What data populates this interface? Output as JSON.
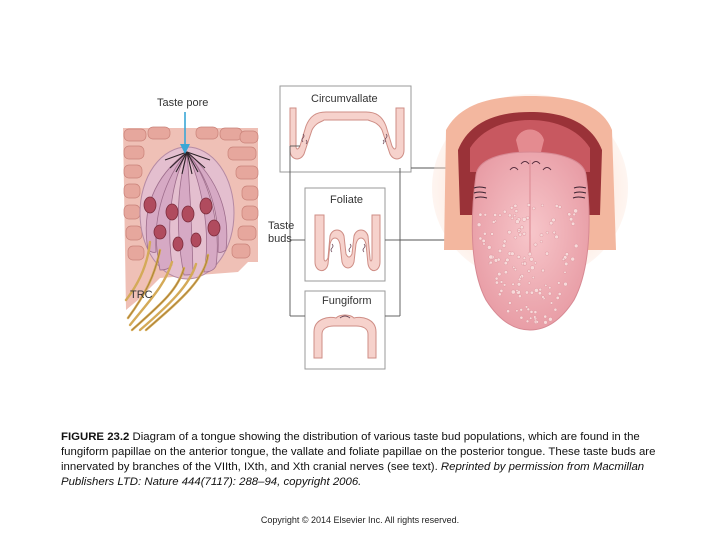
{
  "diagram": {
    "labels": {
      "taste_pore": "Taste pore",
      "circumvallate": "Circumvallate",
      "foliate": "Foliate",
      "fungiform": "Fungiform",
      "taste_buds": "Taste buds",
      "trc": "TRC"
    },
    "colors": {
      "tongue": "#efaab0",
      "mouth_interior": "#9a3238",
      "papilla_fill": "#f6d2cc",
      "taste_bud_cells": "#c8a0b8",
      "nerve": "#d9b160",
      "epithelium": "#e8b0a8"
    }
  },
  "caption": {
    "figure_label": "FIGURE 23.2",
    "text": " Diagram of a tongue showing the distribution of various taste bud populations, which are found in the fungiform papillae on the anterior tongue, the vallate and foliate papillae on the posterior tongue. These taste buds are innervated by branches of the VIIth, IXth, and Xth cranial nerves (see text). ",
    "credit": "Reprinted by permission from Macmillan Publishers LTD: Nature 444(7117): 288–94, copyright 2006."
  },
  "footer": {
    "copyright": "Copyright © 2014 Elsevier Inc. All rights reserved."
  }
}
